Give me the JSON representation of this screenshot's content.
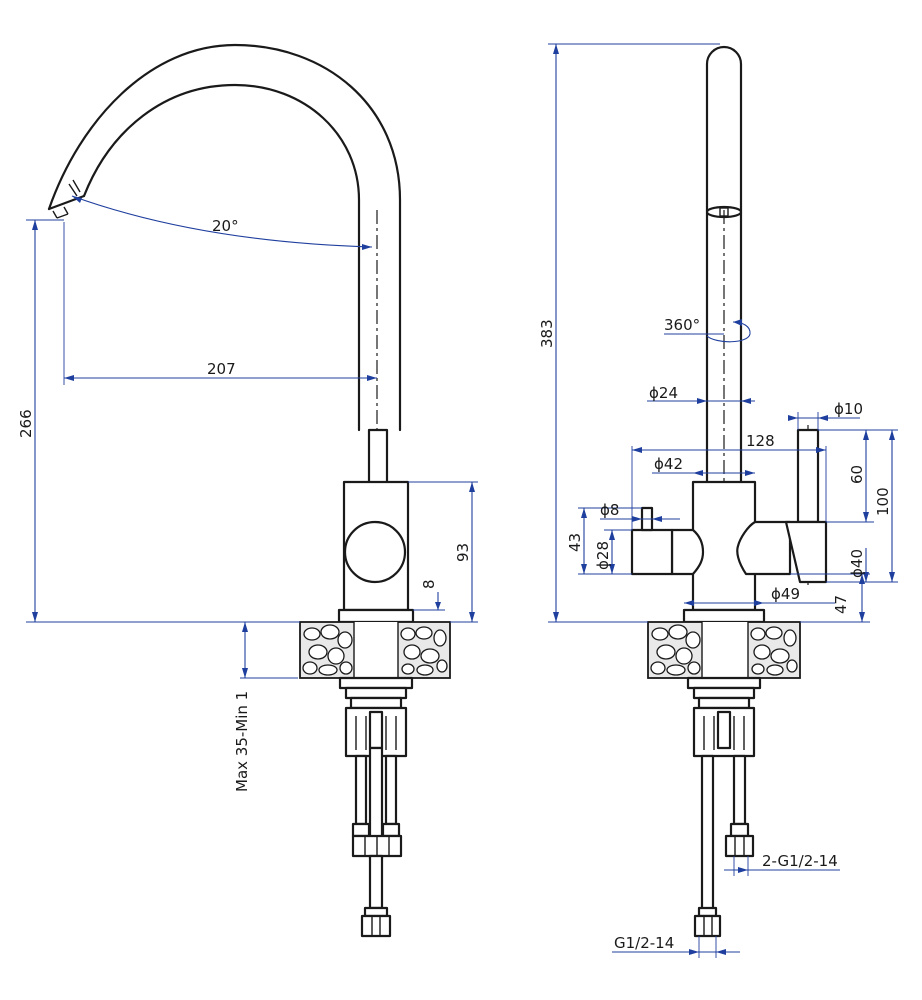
{
  "labels": {
    "angle_spout": "20°",
    "reach": "207",
    "spout_height": "266",
    "body_height": "93",
    "base_ring": "8",
    "deck_thickness": "Max 35-Min 1",
    "total_height": "383",
    "rotation": "360°",
    "spout_dia": "ϕ24",
    "handle_rod_dia": "ϕ10",
    "span": "128",
    "body_dia": "ϕ42",
    "handle_rod_length": "60",
    "handle_height": "100",
    "knob_dia": "ϕ8",
    "side_height": "43",
    "side_dia": "ϕ28",
    "handle_dia": "ϕ40",
    "base_dia": "ϕ49",
    "base_height": "47",
    "inlet_pair": "2-G1/2-14",
    "inlet_single": "G1/2-14"
  }
}
